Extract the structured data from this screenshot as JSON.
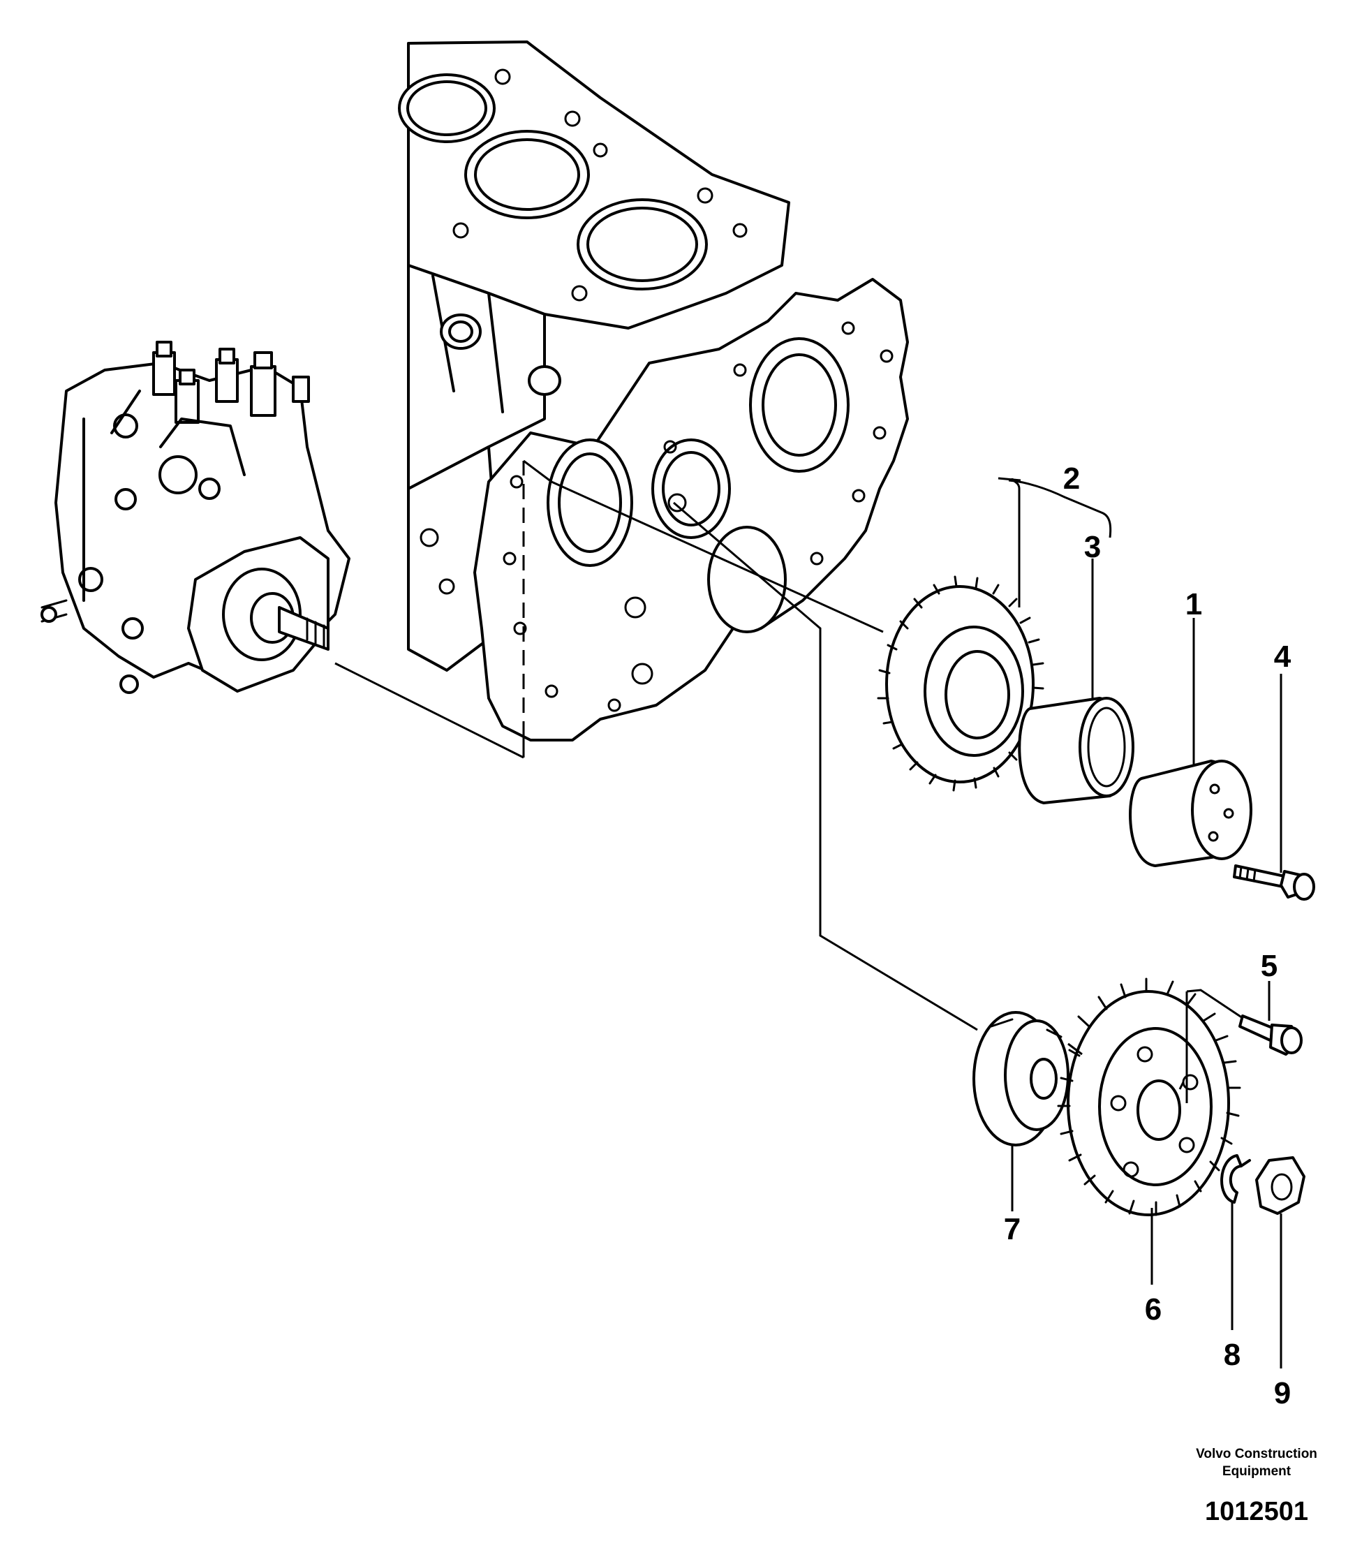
{
  "callouts": {
    "c1": "1",
    "c2": "2",
    "c3": "3",
    "c4": "4",
    "c5": "5",
    "c6": "6",
    "c7": "7",
    "c8": "8",
    "c9": "9"
  },
  "footer": {
    "brand": "Volvo Construction Equipment",
    "document_number": "1012501"
  }
}
